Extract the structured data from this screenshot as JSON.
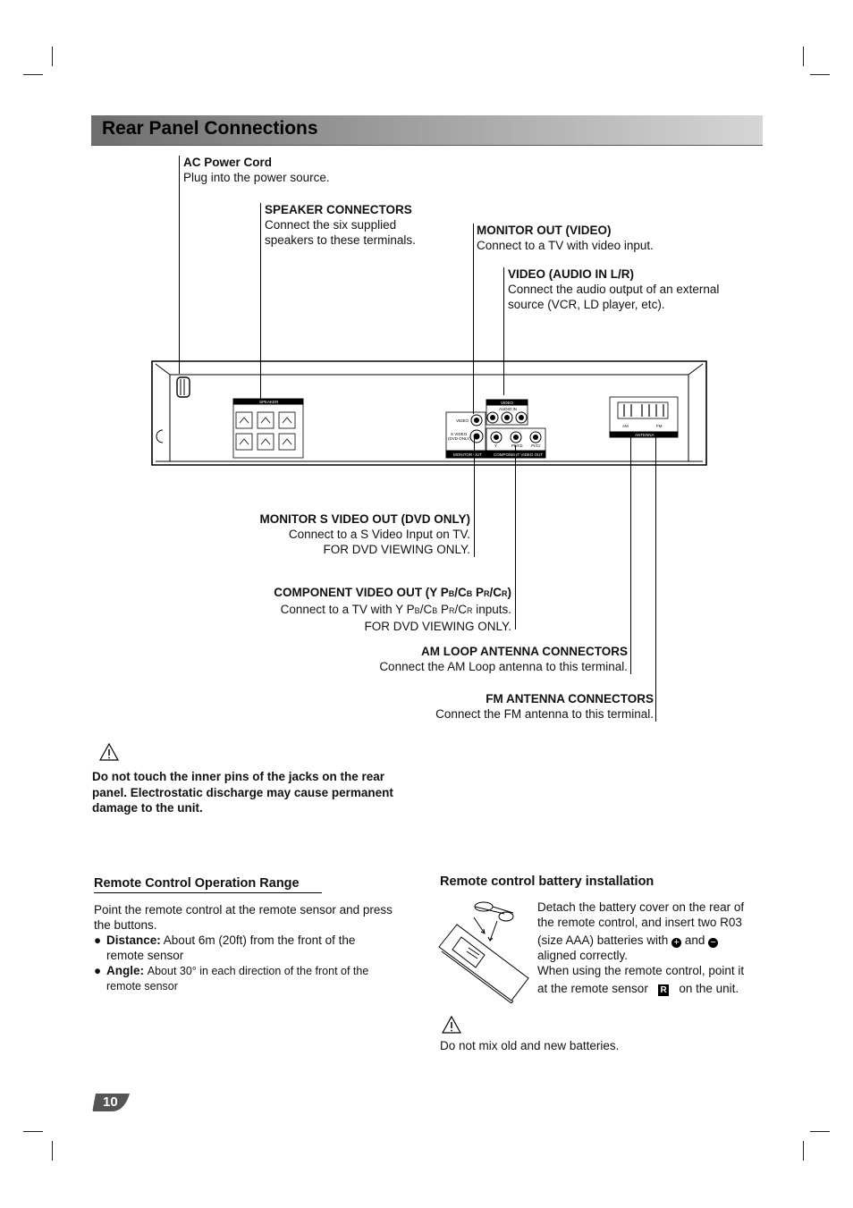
{
  "title": "Rear Panel Connections",
  "callouts": {
    "ac_power": {
      "heading": "AC Power Cord",
      "text": "Plug into the power source."
    },
    "speaker": {
      "heading": "SPEAKER CONNECTORS",
      "line1": "Connect the six supplied",
      "line2": "speakers to these terminals."
    },
    "monitor_video": {
      "heading": "MONITOR OUT (VIDEO)",
      "text": "Connect to a TV with video input."
    },
    "video_audio": {
      "heading": "VIDEO (AUDIO IN L/R)",
      "line1": "Connect the audio output of an external",
      "line2": "source (VCR, LD player, etc)."
    },
    "svideo": {
      "heading": "MONITOR S VIDEO OUT (DVD ONLY)",
      "line1": "Connect to a S Video Input on TV.",
      "line2": "FOR DVD VIEWING ONLY."
    },
    "component": {
      "heading_a": "COMPONENT VIDEO OUT (Y P",
      "heading_b": "B",
      "heading_c": "/C",
      "heading_d": "B",
      "heading_e": " P",
      "heading_f": "R",
      "heading_g": "/C",
      "heading_h": "R",
      "heading_i": ")",
      "line1_a": "Connect to a TV with Y P",
      "line1_b": "B",
      "line1_c": "/C",
      "line1_d": "B",
      "line1_e": " P",
      "line1_f": "R",
      "line1_g": "/C",
      "line1_h": "R",
      "line1_i": " inputs.",
      "line2": "FOR DVD VIEWING ONLY."
    },
    "am": {
      "heading": "AM LOOP ANTENNA CONNECTORS",
      "text": "Connect the AM Loop antenna to this terminal."
    },
    "fm": {
      "heading": "FM ANTENNA CONNECTORS",
      "text": "Connect the FM antenna to this terminal."
    }
  },
  "panel": {
    "speaker_label": "SPEAKER",
    "video_label": "VIDEO",
    "audio_in_label": "AUDIO IN",
    "video_jack": "VIDEO",
    "svideo_jack_a": "S VIDEO",
    "svideo_jack_b": "(DVD ONLY)",
    "monitor_out": "MONITOR OUT",
    "component_out": "COMPONENT VIDEO OUT",
    "y": "Y",
    "pbcb": "Pb/Cb",
    "prcr": "Pr/Cr",
    "antenna": "ANTENNA",
    "am": "AM",
    "fm": "FM"
  },
  "warning": {
    "line1": "Do not touch the inner pins of the jacks on the rear",
    "line2": "panel. Electrostatic discharge may cause permanent",
    "line3": "damage to the unit."
  },
  "remote_range": {
    "title": "Remote Control Operation Range",
    "intro1": "Point the remote control at the remote sensor and press",
    "intro2": "the buttons.",
    "distance_label": "Distance:",
    "distance_text": "About 6m (20ft) from the front of the",
    "distance_text2": "remote sensor",
    "angle_label": "Angle:",
    "angle_text": "About 30° in each direction of the front of the",
    "angle_text2": "remote sensor"
  },
  "battery": {
    "title": "Remote control battery installation",
    "l1": "Detach the battery cover on the rear of",
    "l2": "the remote control, and insert two R03",
    "l3a": "(size AAA) batteries with",
    "l3b": "and",
    "l4": "aligned correctly.",
    "l5": "When using the remote control, point it",
    "l6a": "at the remote sensor",
    "l6b": "on the unit.",
    "sensor_glyph": "R",
    "note": "Do not mix old and new batteries."
  },
  "page_number": "10",
  "bullet": "●"
}
